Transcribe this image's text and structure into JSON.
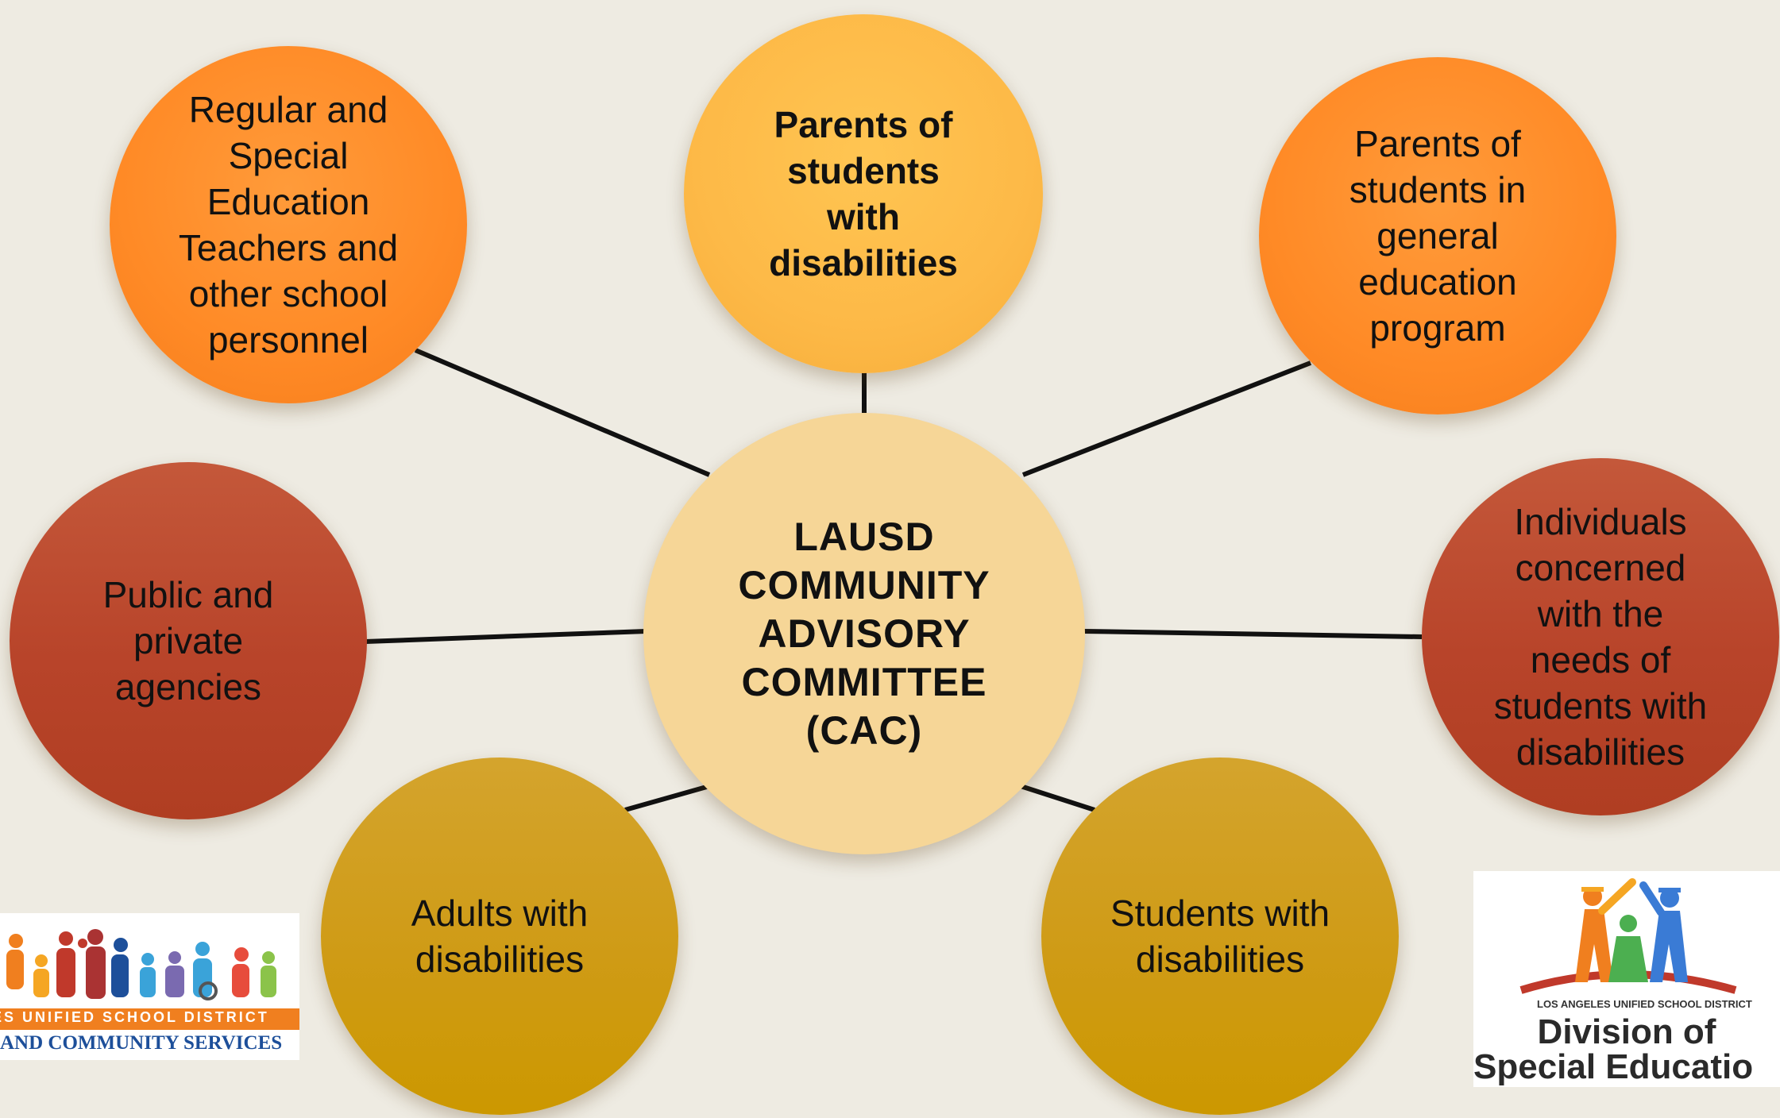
{
  "center": {
    "lines": "LAUSD\nCOMMUNITY\nADVISORY\nCOMMITTEE\n(CAC)"
  },
  "nodes": {
    "teachers": "Regular and\nSpecial\nEducation\nTeachers and\nother school\npersonnel",
    "parents_disabilities": "Parents of\nstudents\nwith\ndisabilities",
    "parents_general": "Parents of\nstudents in\ngeneral\neducation\nprogram",
    "agencies": "Public and\nprivate\nagencies",
    "individuals": "Individuals\nconcerned\nwith the\nneeds of\nstudents with\ndisabilities",
    "adults": "Adults with\ndisabilities",
    "students": "Students with\ndisabilities"
  },
  "colors": {
    "orange": "#ff8a26",
    "yellow": "#fdb947",
    "red": "#b8442a",
    "gold": "#cf9b16",
    "center": "#f6d697",
    "background": "#eeebe2"
  },
  "logos": {
    "left": {
      "strip_text": "ES UNIFIED SCHOOL DISTRICT",
      "bottom_text": "AND COMMUNITY SERVICES"
    },
    "right": {
      "district": "LOS ANGELES UNIFIED SCHOOL DISTRICT",
      "line1": "Division of",
      "line2": "Special Educatio"
    }
  }
}
